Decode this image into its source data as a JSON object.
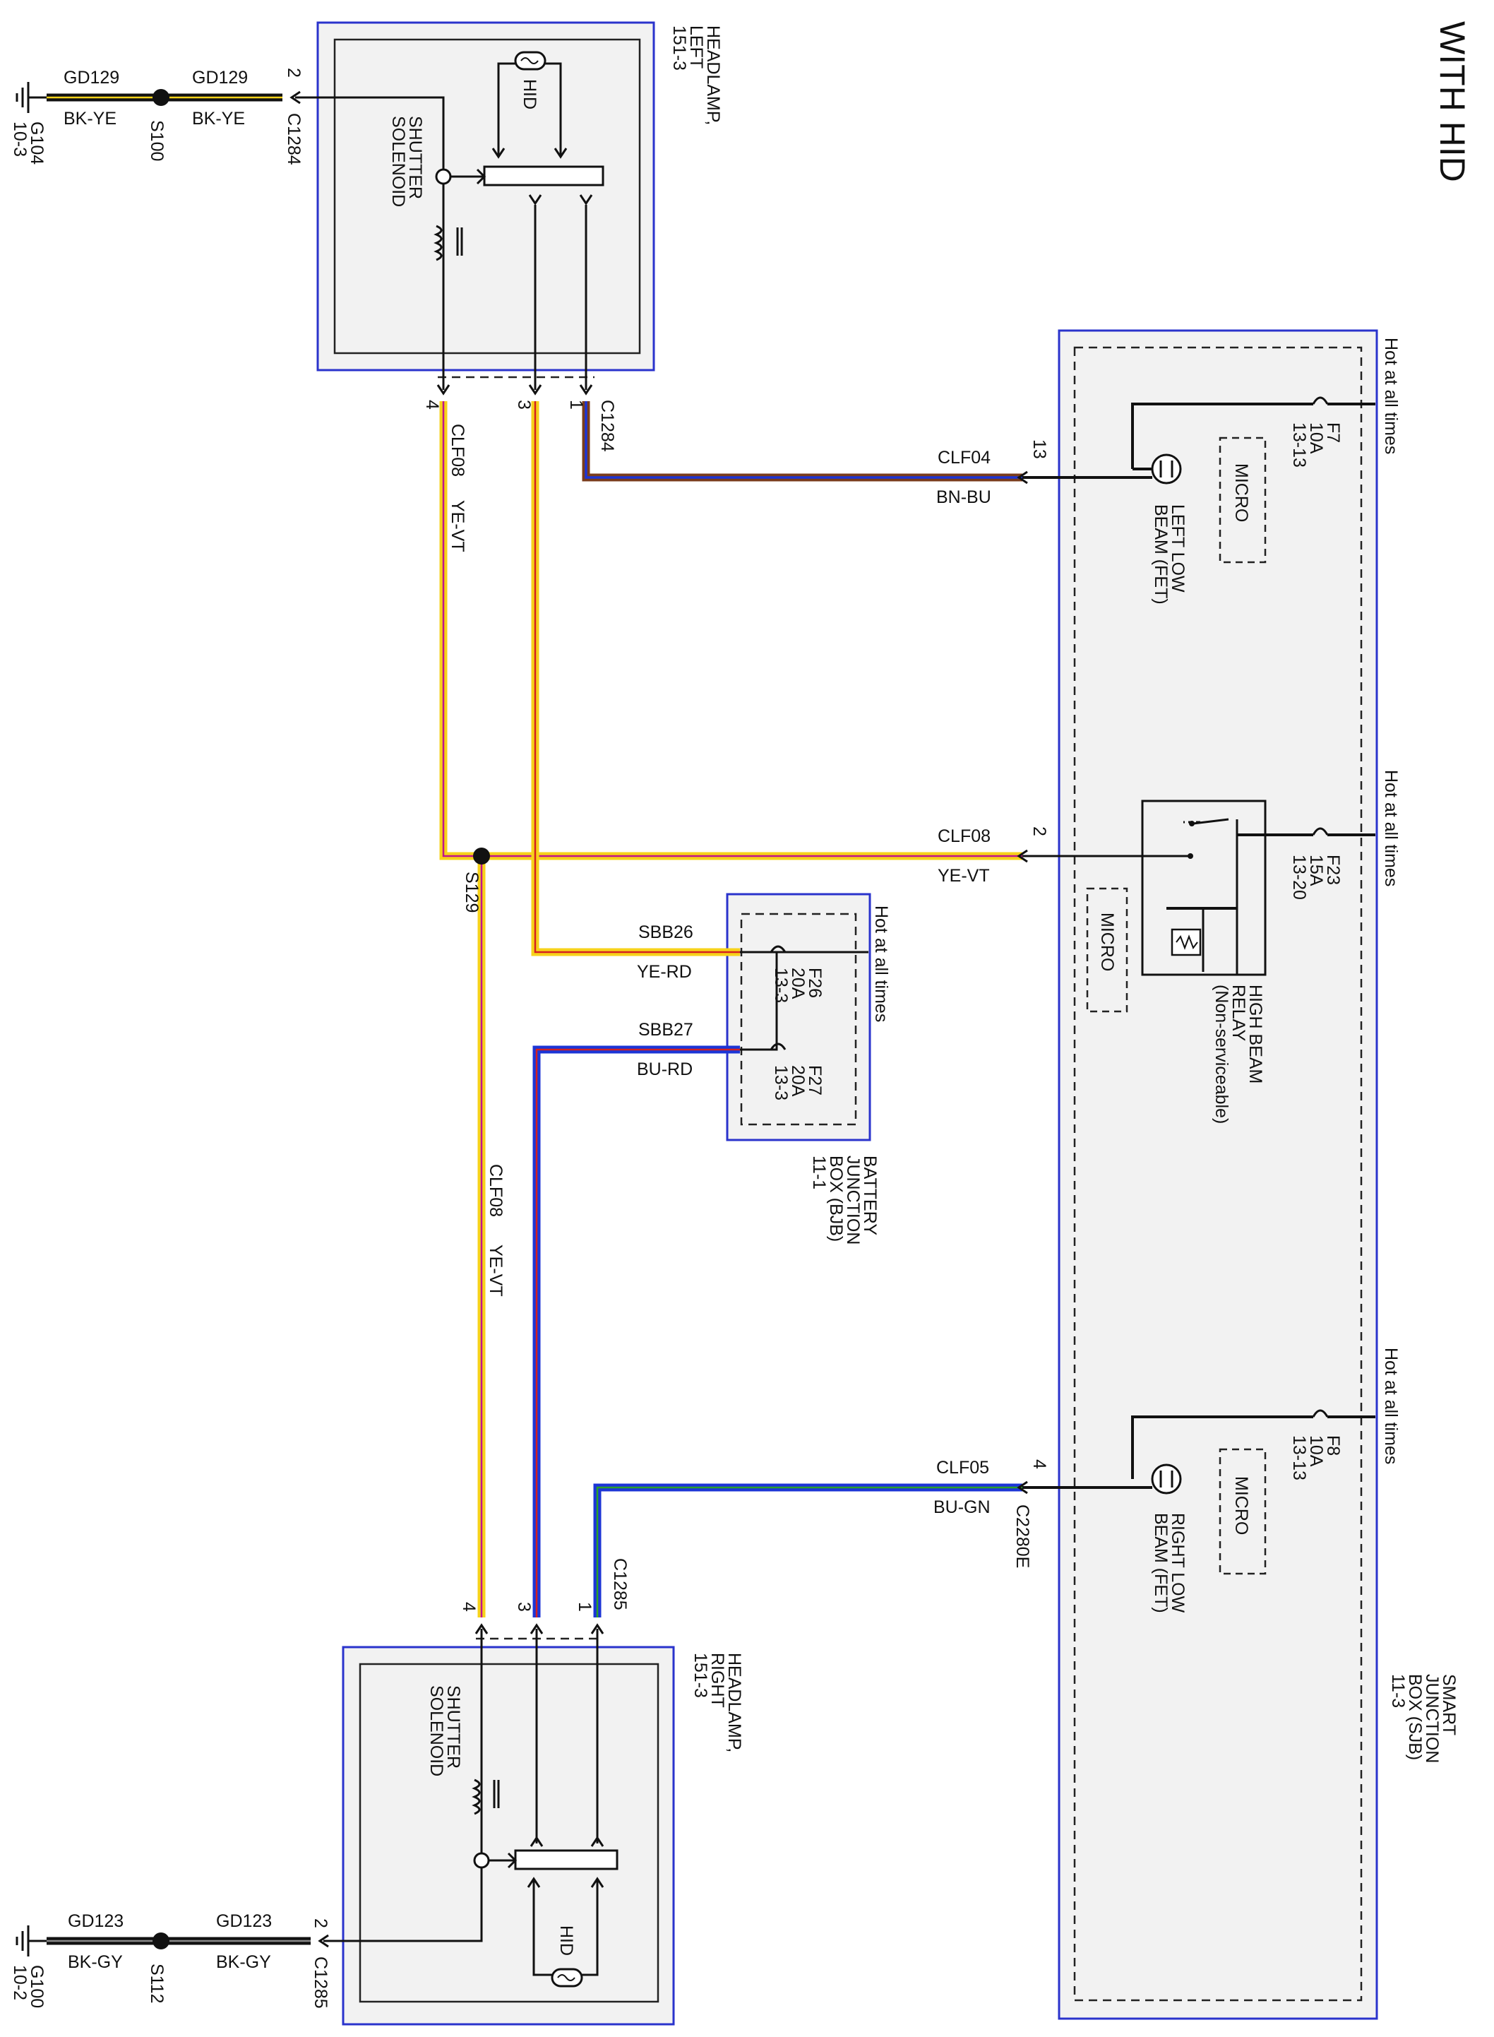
{
  "title": "WITH HID",
  "colors": {
    "box_border": "#2a33cc",
    "yellow": "#f7d21a",
    "violet": "#c0148c",
    "brown": "#7a3c1c",
    "blue": "#1c35d6",
    "red": "#d42020",
    "green": "#2aa02a",
    "black": "#111111",
    "grey": "#8a8a8a"
  },
  "modules": {
    "sjb": {
      "name_lines": [
        "SMART",
        "JUNCTION",
        "BOX (SJB)",
        "11-3"
      ]
    },
    "bjb": {
      "name_lines": [
        "BATTERY",
        "JUNCTION",
        "BOX (BJB)",
        "11-1"
      ],
      "hot": "Hot at all times"
    },
    "headlamp_left": {
      "name_lines": [
        "HEADLAMP,",
        "LEFT",
        "151-3"
      ],
      "solenoid_lines": [
        "SHUTTER",
        "SOLENOID"
      ],
      "hid": "HID"
    },
    "headlamp_right": {
      "name_lines": [
        "HEADLAMP,",
        "RIGHT",
        "151-3"
      ],
      "solenoid_lines": [
        "SHUTTER",
        "SOLENOID"
      ],
      "hid": "HID"
    }
  },
  "sjb_internal": {
    "hot_labels": [
      "Hot at all times",
      "Hot at all times",
      "Hot at all times"
    ],
    "fuses": [
      {
        "lines": [
          "F7",
          "10A",
          "13-13"
        ]
      },
      {
        "lines": [
          "F23",
          "15A",
          "13-20"
        ]
      },
      {
        "lines": [
          "F8",
          "10A",
          "13-13"
        ]
      }
    ],
    "micro": [
      "MICRO",
      "MICRO",
      "MICRO"
    ],
    "left_low_beam": [
      "LEFT LOW",
      "BEAM (FET)"
    ],
    "high_beam_relay": [
      "HIGH BEAM",
      "RELAY",
      "(Non-serviceable)"
    ],
    "right_low_beam": [
      "RIGHT LOW",
      "BEAM (FET)"
    ]
  },
  "bjb_fuses": [
    {
      "lines": [
        "F26",
        "20A",
        "13-3"
      ]
    },
    {
      "lines": [
        "F27",
        "20A",
        "13-3"
      ]
    }
  ],
  "connectors": {
    "c1284_top": "C1284",
    "c1284_bottom": "C1284",
    "c1285_top": "C1285",
    "c1285_bottom": "C1285",
    "c2280e": "C2280E"
  },
  "pins": {
    "c1284_top": "2",
    "c1285_bottom": "2",
    "left": [
      "4",
      "3",
      "1"
    ],
    "right": [
      "4",
      "3",
      "1"
    ],
    "sjb": [
      "13",
      "2",
      "4"
    ]
  },
  "splices": {
    "s100": "S100",
    "s129": "S129",
    "s112": "S112"
  },
  "grounds": {
    "g104": [
      "G104",
      "10-3"
    ],
    "g100": [
      "G100",
      "10-2"
    ]
  },
  "wires": {
    "gd129_a": {
      "circuit": "GD129",
      "color": "BK-YE"
    },
    "gd129_b": {
      "circuit": "GD129",
      "color": "BK-YE"
    },
    "gd123_a": {
      "circuit": "GD123",
      "color": "BK-GY"
    },
    "gd123_b": {
      "circuit": "GD123",
      "color": "BK-GY"
    },
    "clf04": {
      "circuit": "CLF04",
      "color": "BN-BU"
    },
    "clf08_sjb": {
      "circuit": "CLF08",
      "color": "YE-VT"
    },
    "clf08_left": {
      "circuit": "CLF08",
      "color": "YE-VT"
    },
    "clf08_right": {
      "circuit": "CLF08",
      "color": "YE-VT"
    },
    "sbb26": {
      "circuit": "SBB26",
      "color": "YE-RD"
    },
    "sbb27": {
      "circuit": "SBB27",
      "color": "BU-RD"
    },
    "clf05": {
      "circuit": "CLF05",
      "color": "BU-GN"
    }
  }
}
